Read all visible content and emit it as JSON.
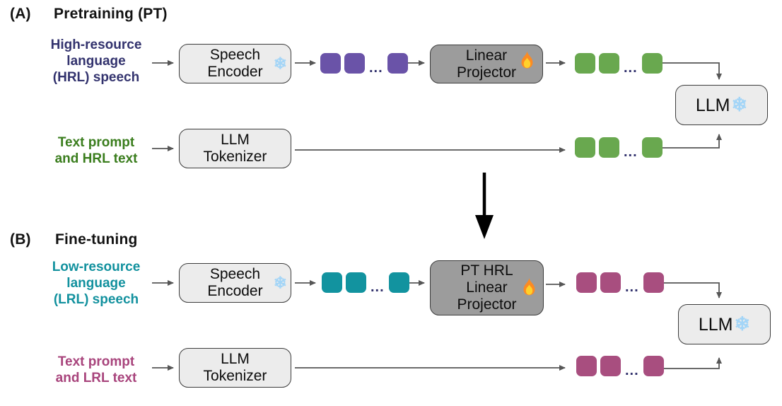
{
  "sections": {
    "a": {
      "id_label": "(A)",
      "title": "Pretraining (PT)",
      "speech_input_lines": [
        "High-resource",
        "language",
        "(HRL) speech"
      ],
      "text_input_lines": [
        "Text prompt",
        "and HRL text"
      ],
      "encoder_lines": [
        "Speech",
        "Encoder"
      ],
      "projector_lines": [
        "Linear",
        "Projector"
      ],
      "tokenizer_lines": [
        "LLM",
        "Tokenizer"
      ],
      "llm_label": "LLM"
    },
    "b": {
      "id_label": "(B)",
      "title": "Fine-tuning",
      "speech_input_lines": [
        "Low-resource",
        "language",
        "(LRL) speech"
      ],
      "text_input_lines": [
        "Text prompt",
        "and LRL text"
      ],
      "encoder_lines": [
        "Speech",
        "Encoder"
      ],
      "projector_lines": [
        "PT HRL",
        "Linear",
        "Projector"
      ],
      "tokenizer_lines": [
        "LLM",
        "Tokenizer"
      ],
      "llm_label": "LLM"
    }
  },
  "icons": {
    "frozen_glyph": "❄",
    "frozen_name": "snowflake-icon",
    "trainable_name": "fire-icon",
    "ellipsis": "..."
  },
  "colors": {
    "hrl_speech_text": "#33336e",
    "hrl_text_prompt": "#3a7d1d",
    "lrl_speech_text": "#12919e",
    "lrl_text_prompt": "#a8447c",
    "speech_tokens_pt": "#6a53a8",
    "text_tokens_pt": "#69a84f",
    "speech_tokens_ft": "#12939f",
    "text_tokens_ft": "#a84e7f",
    "ellipsis_dots": "#33336e",
    "frozen_icon": "#a3d5f7",
    "box_light": "#ececec",
    "box_gray": "#9c9c9c",
    "arrow": "#565656",
    "transition_arrow": "#000000"
  }
}
